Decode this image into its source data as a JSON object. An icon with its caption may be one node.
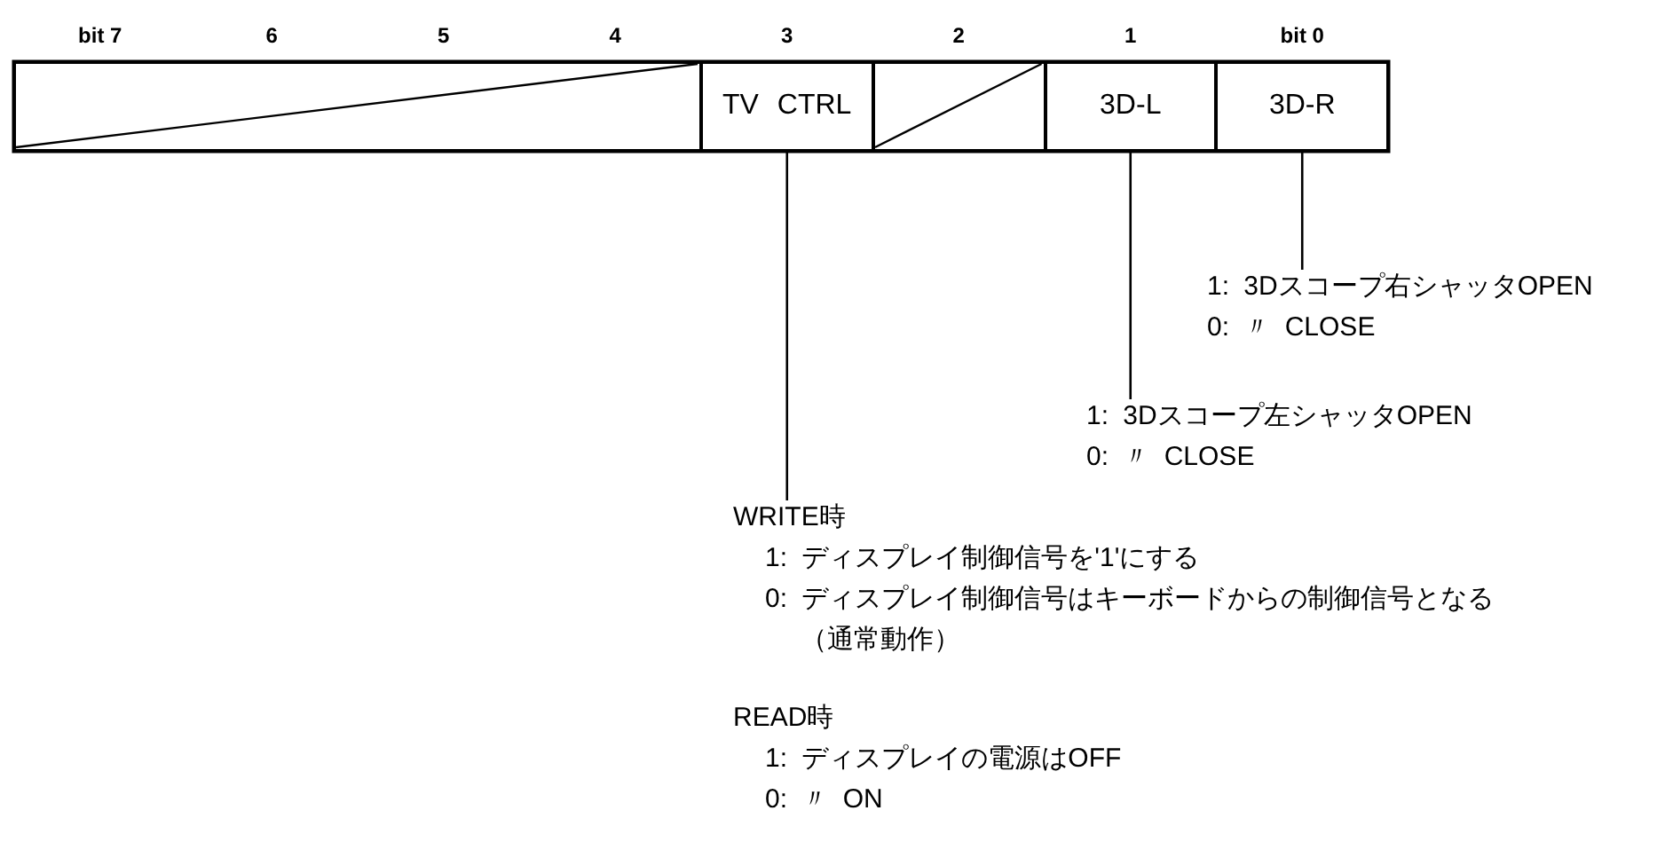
{
  "diagram": {
    "nodes": [
      {
        "text": [],
        "shape": "box"
      },
      {
        "text": [
          "TV CTRL"
        ]
      },
      {
        "text": [],
        "shape": "box"
      },
      {
        "text": [
          "3D-L"
        ]
      },
      {
        "text": [
          "3D-R"
        ]
      },
      {
        "text": [
          "1: 3Dスコープ右シャッタOPEN",
          "0: 〃 CLOSE"
        ]
      },
      {
        "text": [
          "1: 3Dスコープ左シャッタOPEN",
          "0: 〃 CLOSE"
        ]
      },
      {
        "text": [
          "WRITE時",
          "1: ディスプレイ制御信号を'1'にする",
          "0: ディスプレイ制御信号はキーボードからの制御信号となる（通常動作）",
          "READ時",
          "1: ディスプレイの電源はOFF",
          "0: 〃 ON"
        ]
      }
    ],
    "edges": [
      {
        "from": 4,
        "to": 5,
        "arrow": "none"
      },
      {
        "from": 3,
        "to": 6,
        "arrow": "none"
      },
      {
        "from": 1,
        "to": 7,
        "arrow": "none"
      }
    ],
    "labels": [
      "bit 7",
      "6",
      "5",
      "4",
      "3",
      "2",
      "1",
      "bit 0"
    ]
  }
}
